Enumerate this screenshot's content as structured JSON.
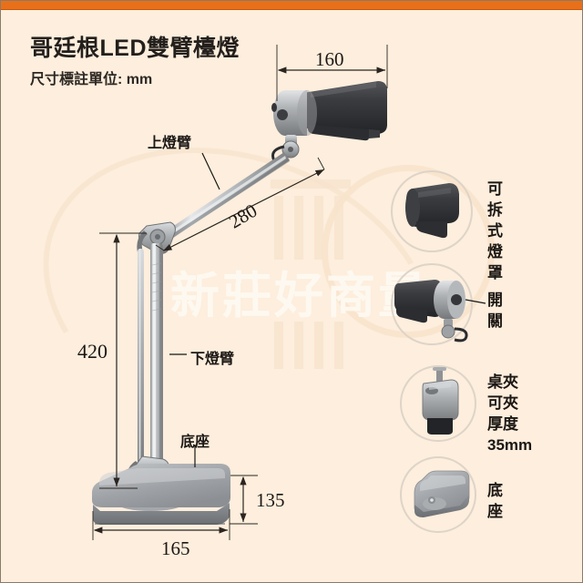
{
  "page": {
    "accent_color": "#e8701a",
    "background_color": "#fdeedd",
    "title": "哥廷根LED雙臂檯燈",
    "subtitle": "尺寸標註單位: mm"
  },
  "watermark": {
    "text": "新莊好商量"
  },
  "dimensions": {
    "head_width": "160",
    "upper_arm_length": "280",
    "height": "420",
    "base_depth": "135",
    "base_width": "165"
  },
  "part_labels": {
    "upper_arm": "上燈臂",
    "lower_arm": "下燈臂",
    "base": "底座"
  },
  "callouts": [
    {
      "icon": "lamp-shade-icon",
      "label": "可拆式\n燈罩"
    },
    {
      "icon": "switch-icon",
      "label": "開關"
    },
    {
      "icon": "desk-clamp-icon",
      "label": "桌夾\n可夾厚度\n35mm"
    },
    {
      "icon": "base-plate-icon",
      "label": "底座"
    }
  ]
}
